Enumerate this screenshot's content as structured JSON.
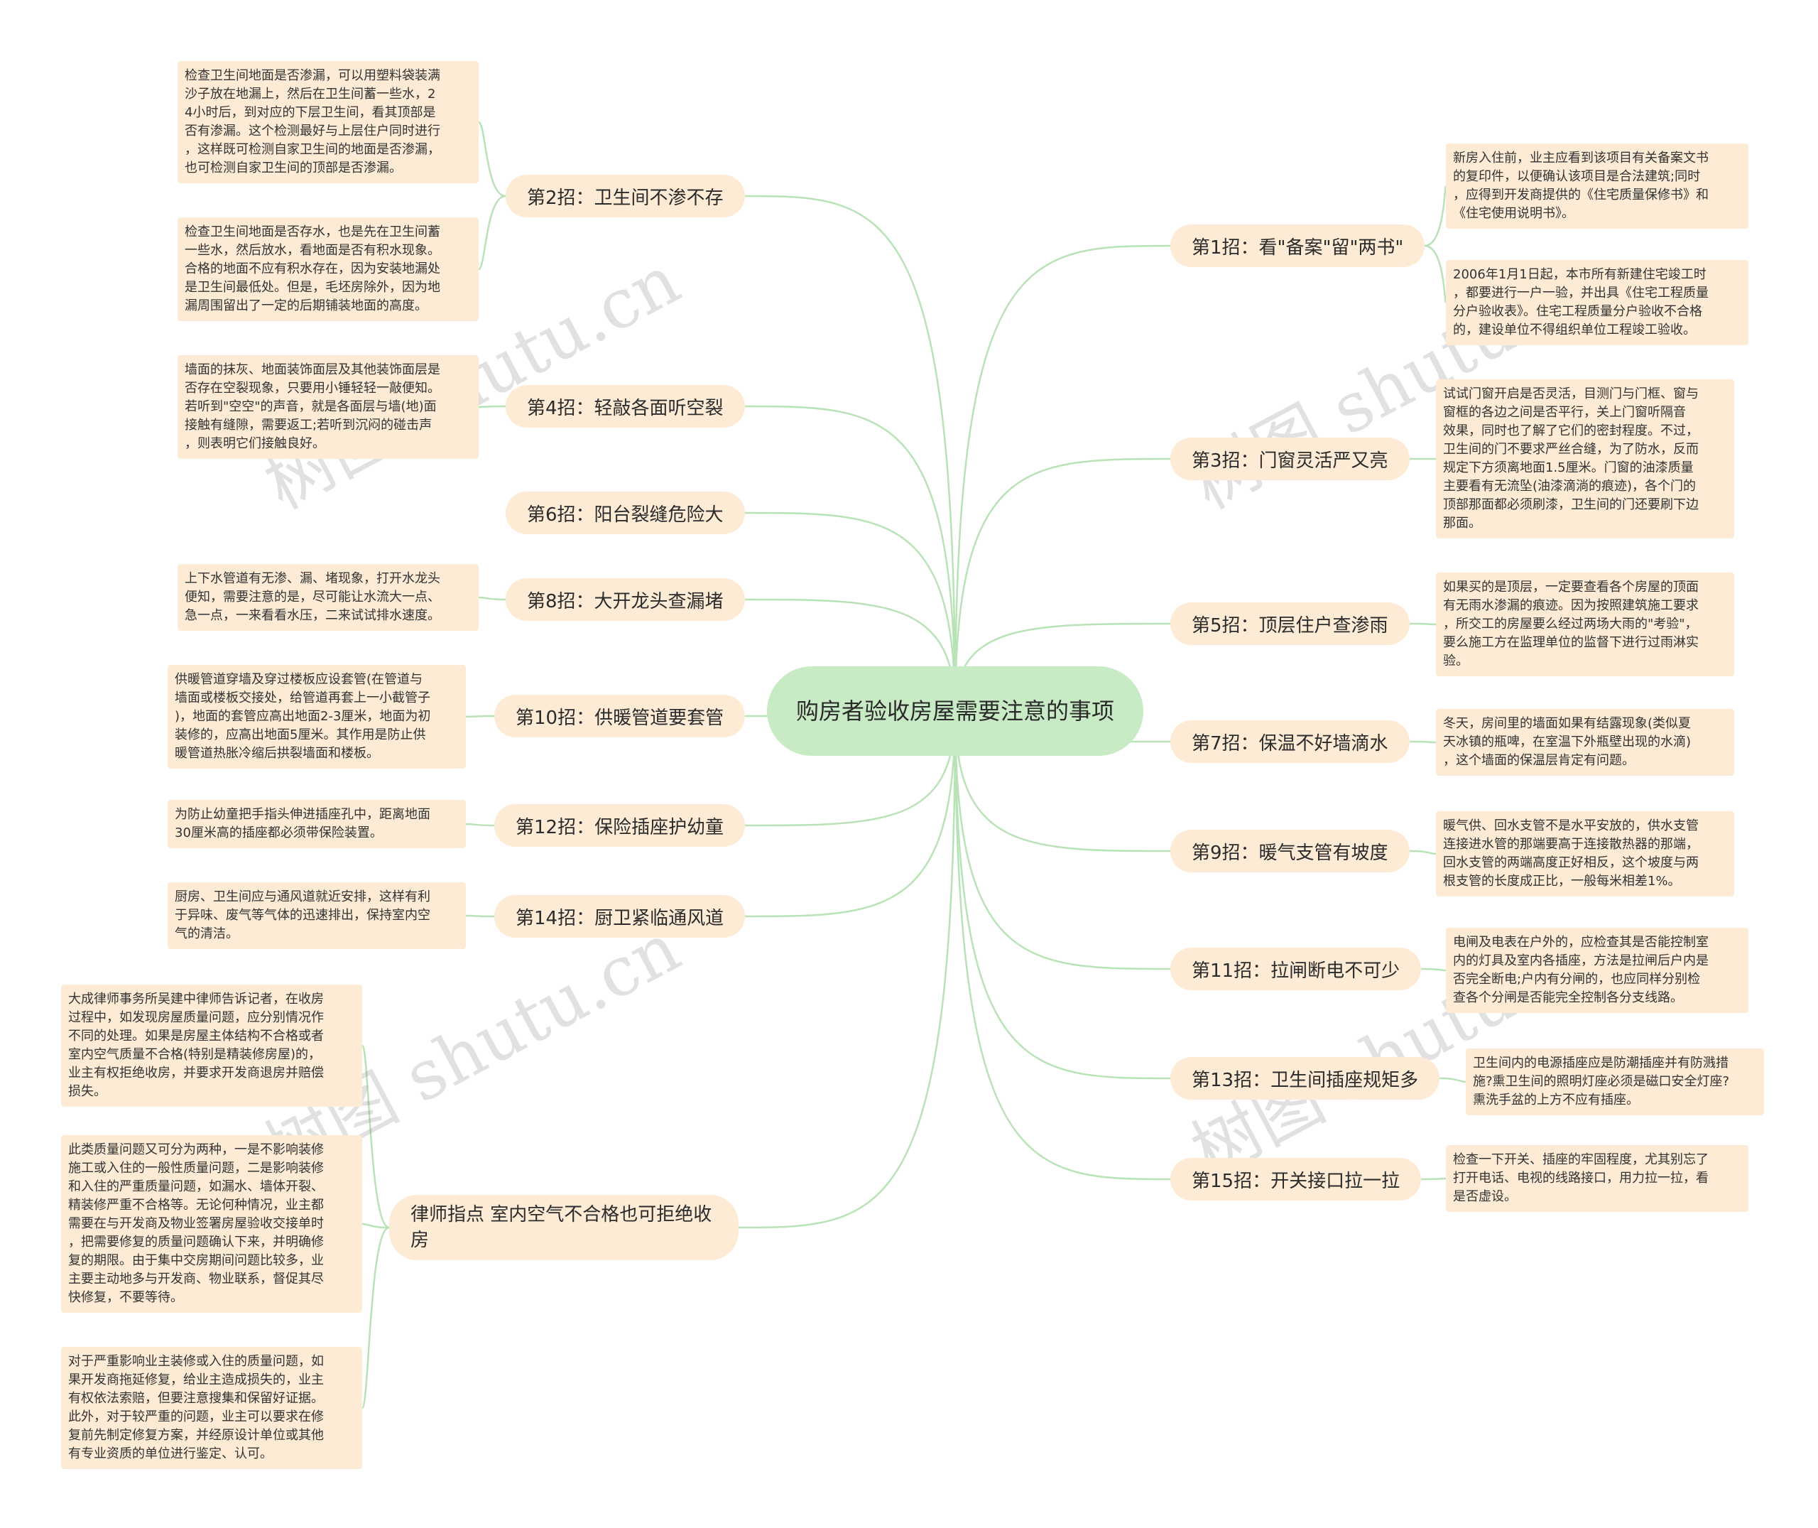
{
  "center": "购房者验收房屋需要注意的事项",
  "branches": {
    "r1": "第1招：看\"备案\"留\"两书\"",
    "r3": "第3招：门窗灵活严又亮",
    "r5": "第5招：顶层住户查渗雨",
    "r7": "第7招：保温不好墙滴水",
    "r9": "第9招：暖气支管有坡度",
    "r11": "第11招：拉闸断电不可少",
    "r13": "第13招：卫生间插座规矩多",
    "r15": "第15招：开关接口拉一拉",
    "l2": "第2招：卫生间不渗不存",
    "l4": "第4招：轻敲各面听空裂",
    "l6": "第6招：阳台裂缝危险大",
    "l8": "第8招：大开龙头查漏堵",
    "l10": "第10招：供暖管道要套管",
    "l12": "第12招：保险插座护幼童",
    "l14": "第14招：厨卫紧临通风道",
    "l16": "律师指点 室内空气不合格也可拒绝收房"
  },
  "leaves": {
    "r1a": "新房入住前，业主应看到该项目有关备案文书\n的复印件，以便确认该项目是合法建筑;同时\n，应得到开发商提供的《住宅质量保修书》和\n《住宅使用说明书》。",
    "r1b": "2006年1月1日起，本市所有新建住宅竣工时\n，都要进行一户一验，并出具《住宅工程质量\n分户验收表》。住宅工程质量分户验收不合格\n的，建设单位不得组织单位工程竣工验收。",
    "r3a": "试试门窗开启是否灵活，目测门与门框、窗与\n窗框的各边之间是否平行，关上门窗听隔音\n效果，同时也了解了它们的密封程度。不过，\n卫生间的门不要求严丝合缝，为了防水，反而\n规定下方须离地面1.5厘米。门窗的油漆质量\n主要看有无流坠(油漆滴淌的痕迹)，各个门的\n顶部那面都必须刷漆，卫生间的门还要刷下边\n那面。",
    "r5a": "如果买的是顶层，一定要查看各个房屋的顶面\n有无雨水渗漏的痕迹。因为按照建筑施工要求\n，所交工的房屋要么经过两场大雨的\"考验\"，\n要么施工方在监理单位的监督下进行过雨淋实\n验。",
    "r7a": "冬天，房间里的墙面如果有结露现象(类似夏\n天冰镇的瓶啤，在室温下外瓶壁出现的水滴)\n，这个墙面的保温层肯定有问题。",
    "r9a": "暖气供、回水支管不是水平安放的，供水支管\n连接进水管的那端要高于连接散热器的那端，\n回水支管的两端高度正好相反，这个坡度与两\n根支管的长度成正比，一般每米相差1%。",
    "r11a": "电闸及电表在户外的，应检查其是否能控制室\n内的灯具及室内各插座，方法是拉闸后户内是\n否完全断电;户内有分闸的，也应同样分别检\n查各个分闸是否能完全控制各分支线路。",
    "r13a": "卫生间内的电源插座应是防潮插座并有防溅措\n施?熏卫生间的照明灯座必须是磁口安全灯座?\n熏洗手盆的上方不应有插座。",
    "r15a": "检查一下开关、插座的牢固程度，尤其别忘了\n打开电话、电视的线路接口，用力拉一拉，看\n是否虚设。",
    "l2a": "检查卫生间地面是否渗漏，可以用塑料袋装满\n沙子放在地漏上，然后在卫生间蓄一些水，2\n4小时后，到对应的下层卫生间，看其顶部是\n否有渗漏。这个检测最好与上层住户同时进行\n，这样既可检测自家卫生间的地面是否渗漏，\n也可检测自家卫生间的顶部是否渗漏。",
    "l2b": "检查卫生间地面是否存水，也是先在卫生间蓄\n一些水，然后放水，看地面是否有积水现象。\n合格的地面不应有积水存在，因为安装地漏处\n是卫生间最低处。但是，毛坯房除外，因为地\n漏周围留出了一定的后期铺装地面的高度。",
    "l4a": "墙面的抹灰、地面装饰面层及其他装饰面层是\n否存在空裂现象，只要用小锤轻轻一敲便知。\n若听到\"空空\"的声音，就是各面层与墙(地)面\n接触有缝隙，需要返工;若听到沉闷的碰击声\n，则表明它们接触良好。",
    "l8a": "上下水管道有无渗、漏、堵现象，打开水龙头\n便知，需要注意的是，尽可能让水流大一点、\n急一点，一来看看水压，二来试试排水速度。",
    "l10a": "供暖管道穿墙及穿过楼板应设套管(在管道与\n墙面或楼板交接处，给管道再套上一小截管子\n)，地面的套管应高出地面2-3厘米，地面为初\n装修的，应高出地面5厘米。其作用是防止供\n暖管道热胀冷缩后拱裂墙面和楼板。",
    "l12a": "为防止幼童把手指头伸进插座孔中，距离地面\n30厘米高的插座都必须带保险装置。",
    "l14a": "厨房、卫生间应与通风道就近安排，这样有利\n于异味、废气等气体的迅速排出，保持室内空\n气的清洁。",
    "l16a": "大成律师事务所吴建中律师告诉记者，在收房\n过程中，如发现房屋质量问题，应分别情况作\n不同的处理。如果是房屋主体结构不合格或者\n室内空气质量不合格(特别是精装修房屋)的，\n业主有权拒绝收房，并要求开发商退房并赔偿\n损失。",
    "l16b": "此类质量问题又可分为两种，一是不影响装修\n施工或入住的一般性质量问题，二是影响装修\n和入住的严重质量问题，如漏水、墙体开裂、\n精装修严重不合格等。无论何种情况，业主都\n需要在与开发商及物业签署房屋验收交接单时\n，把需要修复的质量问题确认下来，并明确修\n复的期限。由于集中交房期间问题比较多，业\n主要主动地多与开发商、物业联系，督促其尽\n快修复，不要等待。",
    "l16c": "对于严重影响业主装修或入住的质量问题，如\n果开发商拖延修复，给业主造成损失的，业主\n有权依法索赔，但要注意搜集和保留好证据。\n此外，对于较严重的问题，业主可以要求在修\n复前先制定修复方案，并经原设计单位或其他\n有专业资质的单位进行鉴定、认可。"
  },
  "watermark": "树图 shutu.cn",
  "colors": {
    "line": "#b9e3b6",
    "node": "#fdebd5",
    "center": "#c8ebc6"
  }
}
